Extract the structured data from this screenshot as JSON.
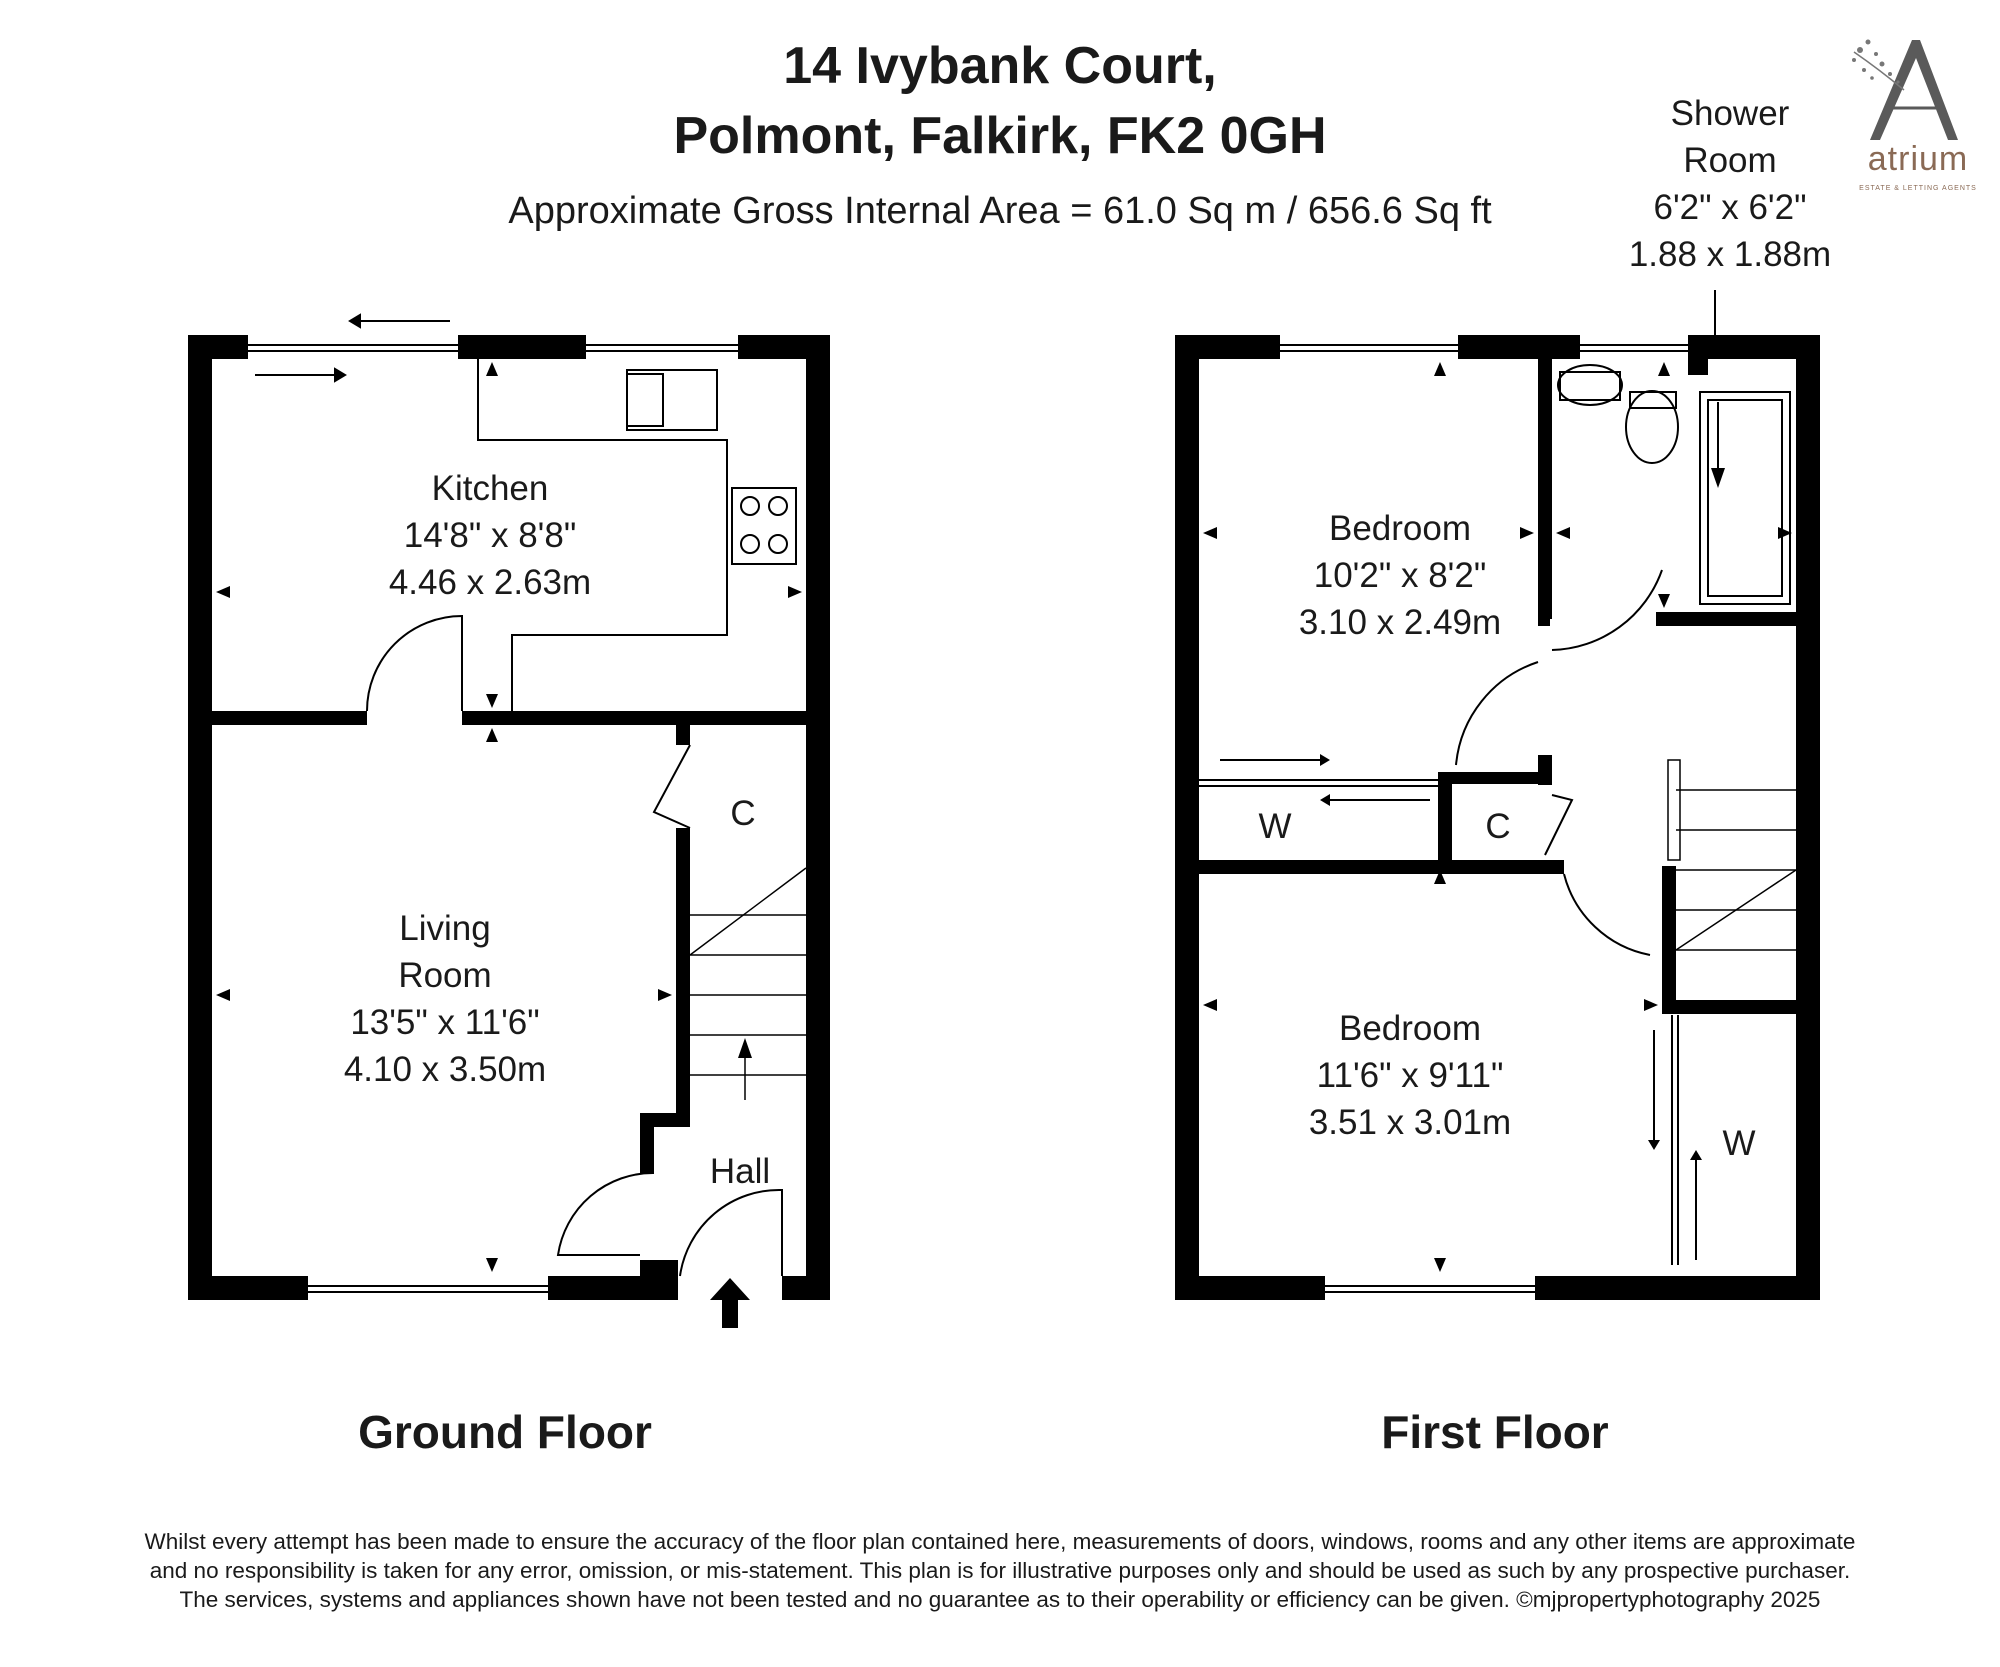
{
  "header": {
    "address_line1": "14 Ivybank Court,",
    "address_line2": "Polmont, Falkirk, FK2 0GH",
    "area": "Approximate Gross Internal Area = 61.0 Sq m / 656.6 Sq ft"
  },
  "logo": {
    "word": "atrium",
    "tagline": "ESTATE & LETTING AGENTS",
    "icon": "letter-a-tree-icon",
    "color": "#8a6a55"
  },
  "ground_floor": {
    "label": "Ground Floor",
    "kitchen": {
      "name": "Kitchen",
      "imperial": "14'8\" x 8'8\"",
      "metric": "4.46 x 2.63m"
    },
    "living": {
      "name_line1": "Living",
      "name_line2": "Room",
      "imperial": "13'5\" x 11'6\"",
      "metric": "4.10 x 3.50m"
    },
    "cupboard": "C",
    "hall": "Hall"
  },
  "first_floor": {
    "label": "First Floor",
    "shower": {
      "name_line1": "Shower",
      "name_line2": "Room",
      "imperial": "6'2\" x 6'2\"",
      "metric": "1.88 x 1.88m"
    },
    "bedroom1": {
      "name": "Bedroom",
      "imperial": "10'2\" x 8'2\"",
      "metric": "3.10 x 2.49m"
    },
    "bedroom2": {
      "name": "Bedroom",
      "imperial": "11'6\" x 9'11\"",
      "metric": "3.51 x 3.01m"
    },
    "wardrobe1": "W",
    "cupboard": "C",
    "wardrobe2": "W"
  },
  "disclaimer": {
    "line1": "Whilst every attempt has been made to ensure the accuracy of the floor plan contained here, measurements of doors, windows, rooms and any other items are approximate",
    "line2": "and no responsibility is taken for any error, omission, or mis-statement. This plan is for illustrative purposes only and should be used as such by any prospective purchaser.",
    "line3": "The services, systems and appliances shown have not been tested and no guarantee as to their operability or efficiency can be given. ©mjpropertyphotography 2025"
  }
}
